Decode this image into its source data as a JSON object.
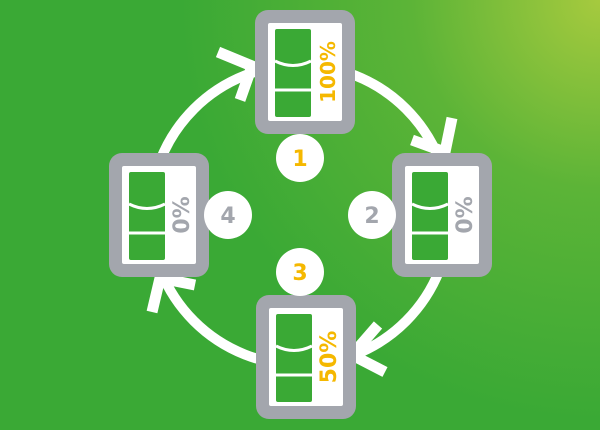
{
  "colors": {
    "background": "#3aa935",
    "background_highlight": "#9cc83c",
    "frame": "#a3a6ad",
    "fill_green": "#3aa935",
    "accent_yellow": "#f5b800",
    "muted_grey": "#a3a6ad",
    "white": "#ffffff"
  },
  "steps": [
    {
      "number": "1",
      "percent": "100%",
      "highlight": true
    },
    {
      "number": "2",
      "percent": "0%",
      "highlight": false
    },
    {
      "number": "3",
      "percent": "50%",
      "highlight": true
    },
    {
      "number": "4",
      "percent": "0%",
      "highlight": false
    }
  ]
}
